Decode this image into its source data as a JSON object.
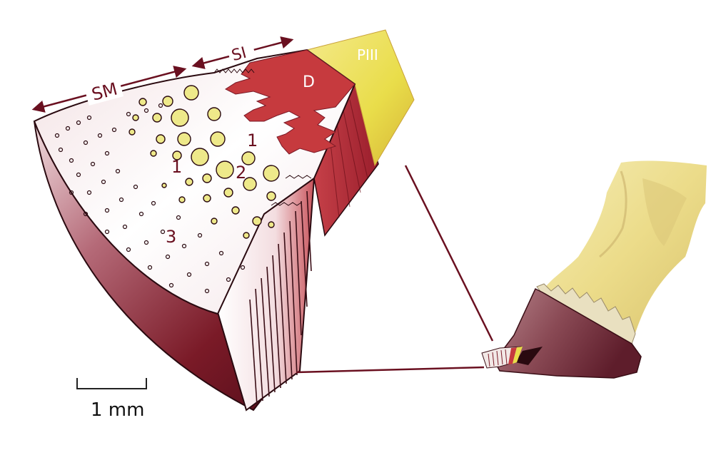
{
  "labels": {
    "sm": "SM",
    "si": "SI",
    "d": "D",
    "p3": "PIII",
    "n1a": "1",
    "n1b": "1",
    "n2": "2",
    "n3": "3",
    "scale": "1 mm"
  },
  "colors": {
    "background": "#ffffff",
    "dermis_red": "#c63a3e",
    "outer_wall": "#7a1a27",
    "bone_yellow": "#e9dd4a",
    "tubule_yellow": "#eee98a",
    "label_dark": "#6a1020",
    "label_light": "#ffffff",
    "hoof_brown": "#8a4a55",
    "pastern_cream": "#efe4a2"
  },
  "icons": {
    "arrow_left": "double-headed-arrow",
    "arrow_right": "double-headed-arrow"
  }
}
